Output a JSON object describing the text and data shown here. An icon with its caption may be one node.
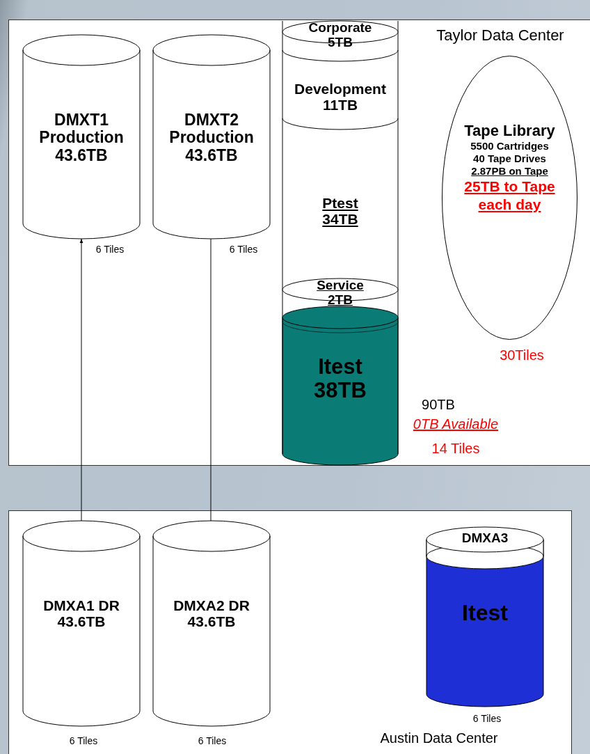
{
  "diagram": {
    "nodes": [
      {
        "text": [
          "Taylor Data Center"
        ]
      },
      {
        "text": [
          "DMXT1 Production 43.6TB"
        ],
        "beside": [
          "6 Tiles"
        ],
        "in": 0
      },
      {
        "text": [
          "DMXT2 Production 43.6TB"
        ],
        "beside": [
          "6 Tiles"
        ],
        "in": 0
      },
      {
        "text": [
          "Corporate 5TB"
        ],
        "in": 0
      },
      {
        "text": [
          "Development 11TB"
        ],
        "in": 0
      },
      {
        "text": [
          "Ptest 34TB"
        ],
        "in": 0
      },
      {
        "text": [
          "Service 2TB"
        ],
        "in": 0
      },
      {
        "text": [
          "Itest 38TB"
        ],
        "beside": [
          "90TB",
          "0TB Available",
          "14 Tiles"
        ],
        "in": 0
      },
      {
        "text": [
          "Tape Library",
          "5500 Cartridges",
          "40 Tape Drives",
          "2.87PB on Tape",
          "25TB to Tape each day"
        ],
        "beside": [
          "30Tiles"
        ],
        "in": 0
      },
      {
        "text": [
          "Austin Data Center"
        ]
      },
      {
        "text": [
          "DMXA1 DR 43.6TB"
        ],
        "beside": [
          "6 Tiles"
        ],
        "in": 9
      },
      {
        "text": [
          "DMXA2 DR 43.6TB"
        ],
        "beside": [
          "6 Tiles"
        ],
        "in": 9
      },
      {
        "text": [
          "DMXA3",
          "Itest"
        ],
        "beside": [
          "6 Tiles"
        ],
        "in": 9
      }
    ],
    "edges": [
      {
        "from": 10,
        "to": 1,
        "arrow": "to"
      },
      {
        "from": 11,
        "to": 2,
        "arrow": "none"
      }
    ]
  }
}
